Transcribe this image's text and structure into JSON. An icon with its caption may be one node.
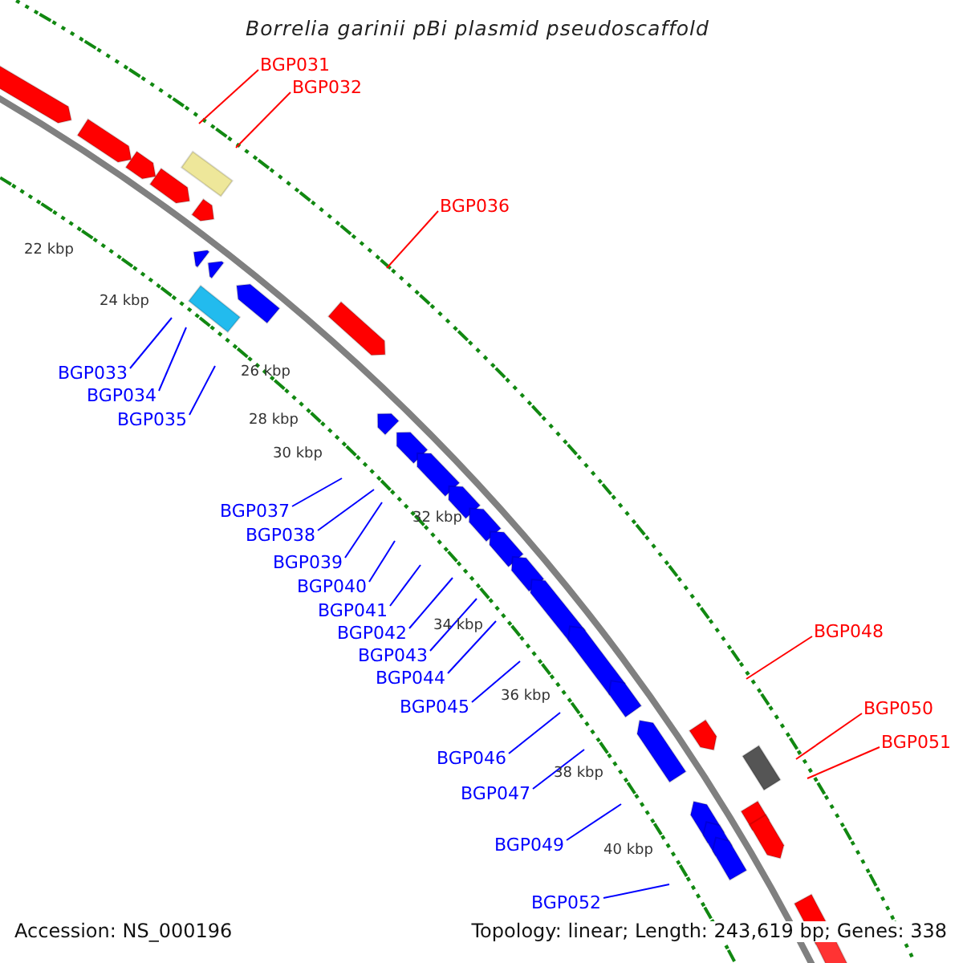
{
  "diagram": {
    "title": "Borrelia garinii pBi plasmid pseudoscaffold",
    "nodes": [
      {
        "text": [
          "BGP031"
        ]
      },
      {
        "text": [
          "BGP032"
        ]
      },
      {
        "text": [
          "BGP036"
        ]
      },
      {
        "text": [
          "BGP033"
        ]
      },
      {
        "text": [
          "BGP034"
        ]
      },
      {
        "text": [
          "BGP035"
        ]
      },
      {
        "text": [
          "BGP037"
        ]
      },
      {
        "text": [
          "BGP038"
        ]
      },
      {
        "text": [
          "BGP039"
        ]
      },
      {
        "text": [
          "BGP040"
        ]
      },
      {
        "text": [
          "BGP041"
        ]
      },
      {
        "text": [
          "BGP042"
        ]
      },
      {
        "text": [
          "BGP043"
        ]
      },
      {
        "text": [
          "BGP044"
        ]
      },
      {
        "text": [
          "BGP045"
        ]
      },
      {
        "text": [
          "BGP046"
        ]
      },
      {
        "text": [
          "BGP047"
        ]
      },
      {
        "text": [
          "BGP049"
        ]
      },
      {
        "text": [
          "BGP052"
        ]
      },
      {
        "text": [
          "BGP048"
        ]
      },
      {
        "text": [
          "BGP050"
        ]
      },
      {
        "text": [
          "BGP051"
        ]
      }
    ],
    "edges": [
      {
        "from": 0,
        "to": null,
        "arrow": "none",
        "color": "#ff0000"
      },
      {
        "from": 1,
        "to": null,
        "arrow": "none",
        "color": "#ff0000"
      },
      {
        "from": 2,
        "to": null,
        "arrow": "none",
        "color": "#ff0000"
      },
      {
        "from": 3,
        "to": null,
        "arrow": "none"
      },
      {
        "from": 4,
        "to": null,
        "arrow": "none"
      },
      {
        "from": 5,
        "to": null,
        "arrow": "none"
      },
      {
        "from": 6,
        "to": null,
        "arrow": "none"
      },
      {
        "from": 7,
        "to": null,
        "arrow": "none"
      },
      {
        "from": 8,
        "to": null,
        "arrow": "none"
      },
      {
        "from": 9,
        "to": null,
        "arrow": "none"
      },
      {
        "from": 10,
        "to": null,
        "arrow": "none"
      },
      {
        "from": 11,
        "to": null,
        "arrow": "none"
      },
      {
        "from": 12,
        "to": null,
        "arrow": "none"
      },
      {
        "from": 13,
        "to": null,
        "arrow": "none"
      },
      {
        "from": 14,
        "to": null,
        "arrow": "none"
      },
      {
        "from": 15,
        "to": null,
        "arrow": "none"
      },
      {
        "from": 16,
        "to": null,
        "arrow": "none"
      },
      {
        "from": 17,
        "to": null,
        "arrow": "none"
      },
      {
        "from": 18,
        "to": null,
        "arrow": "none"
      },
      {
        "from": 19,
        "to": null,
        "arrow": "none",
        "color": "#ff0000"
      },
      {
        "from": 20,
        "to": null,
        "arrow": "none",
        "color": "#ff0000"
      },
      {
        "from": 21,
        "to": null,
        "arrow": "none",
        "color": "#ff0000"
      }
    ],
    "labels": [
      "22 kbp",
      "24 kbp",
      "26 kbp",
      "28 kbp",
      "30 kbp",
      "32 kbp",
      "34 kbp",
      "36 kbp",
      "38 kbp",
      "40 kbp",
      "Accession: NS_000196",
      "Topology: linear; Length: 243,619 bp; Genes: 338"
    ]
  }
}
